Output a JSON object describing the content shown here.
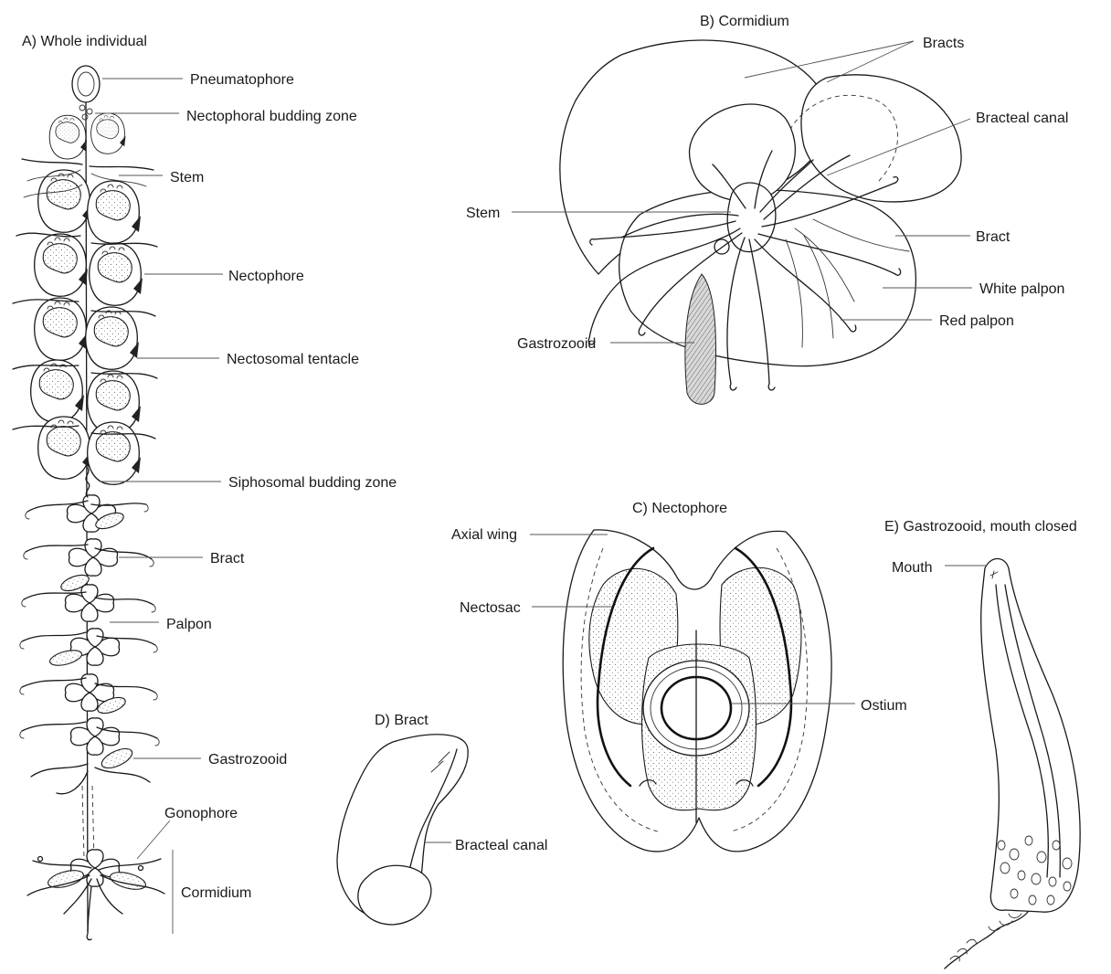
{
  "panels": {
    "a": {
      "title": "A) Whole individual",
      "labels": {
        "pneumatophore": "Pneumatophore",
        "nectophoral_budding_zone": "Nectophoral budding zone",
        "stem": "Stem",
        "nectophore": "Nectophore",
        "nectosomal_tentacle": "Nectosomal tentacle",
        "siphosomal_budding_zone": "Siphosomal budding zone",
        "bract": "Bract",
        "palpon": "Palpon",
        "gastrozooid": "Gastrozooid",
        "gonophore": "Gonophore",
        "cormidium": "Cormidium"
      }
    },
    "b": {
      "title": "B) Cormidium",
      "labels": {
        "bracts": "Bracts",
        "bracteal_canal": "Bracteal canal",
        "stem": "Stem",
        "bract": "Bract",
        "white_palpon": "White palpon",
        "red_palpon": "Red palpon",
        "gastrozooid": "Gastrozooid"
      }
    },
    "c": {
      "title": "C) Nectophore",
      "labels": {
        "axial_wing": "Axial wing",
        "nectosac": "Nectosac",
        "ostium": "Ostium"
      }
    },
    "d": {
      "title": "D) Bract",
      "labels": {
        "bracteal_canal": "Bracteal canal"
      }
    },
    "e": {
      "title": "E) Gastrozooid, mouth closed",
      "labels": {
        "mouth": "Mouth"
      }
    }
  }
}
